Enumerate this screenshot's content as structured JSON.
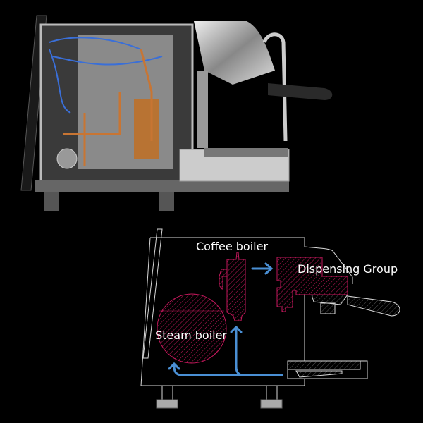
{
  "diagram": {
    "labels": {
      "coffee_boiler": "Coffee boiler",
      "dispensing_group": "Dispensing Group",
      "steam_boiler": "Steam boiler"
    },
    "colors": {
      "outline": "#d8d8d8",
      "component": "#c2185b",
      "flow_arrow": "#4a8fd4",
      "background": "#000000"
    }
  }
}
